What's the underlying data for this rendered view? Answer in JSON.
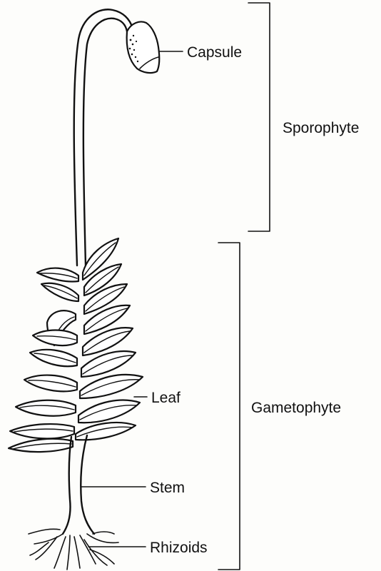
{
  "labels": {
    "capsule": "Capsule",
    "sporophyte": "Sporophyte",
    "leaf": "Leaf",
    "gametophyte": "Gametophyte",
    "stem": "Stem",
    "rhizoids": "Rhizoids"
  }
}
